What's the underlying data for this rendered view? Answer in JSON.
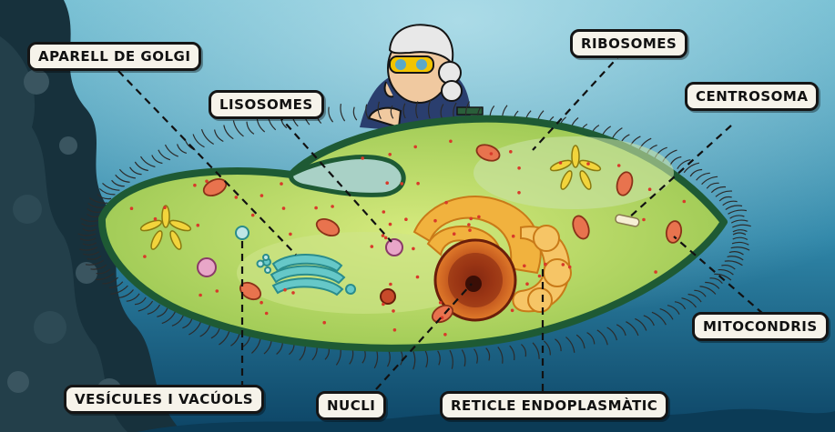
{
  "labels": {
    "golgi": "APARELL DE GOLGI",
    "lisosomes": "LISOSOMES",
    "ribosomes": "RIBOSOMES",
    "centrosoma": "CENTROSOMA",
    "mitocondris": "MITOCONDRIS",
    "vesicules": "VESÍCULES I VACÚOLS",
    "nucli": "NUCLI",
    "reticle": "RETICLE ENDOPLASMÀTIC"
  },
  "colors": {
    "water_top": "#5fb1c9",
    "water_bottom": "#0d4566",
    "cytoplasm": "#b8d860",
    "membrane": "#1f5a34",
    "nucleus": "#c85a1e",
    "reticle": "#f0b040",
    "golgi": "#5fc4c4",
    "mitochondria": "#e86a4a"
  }
}
